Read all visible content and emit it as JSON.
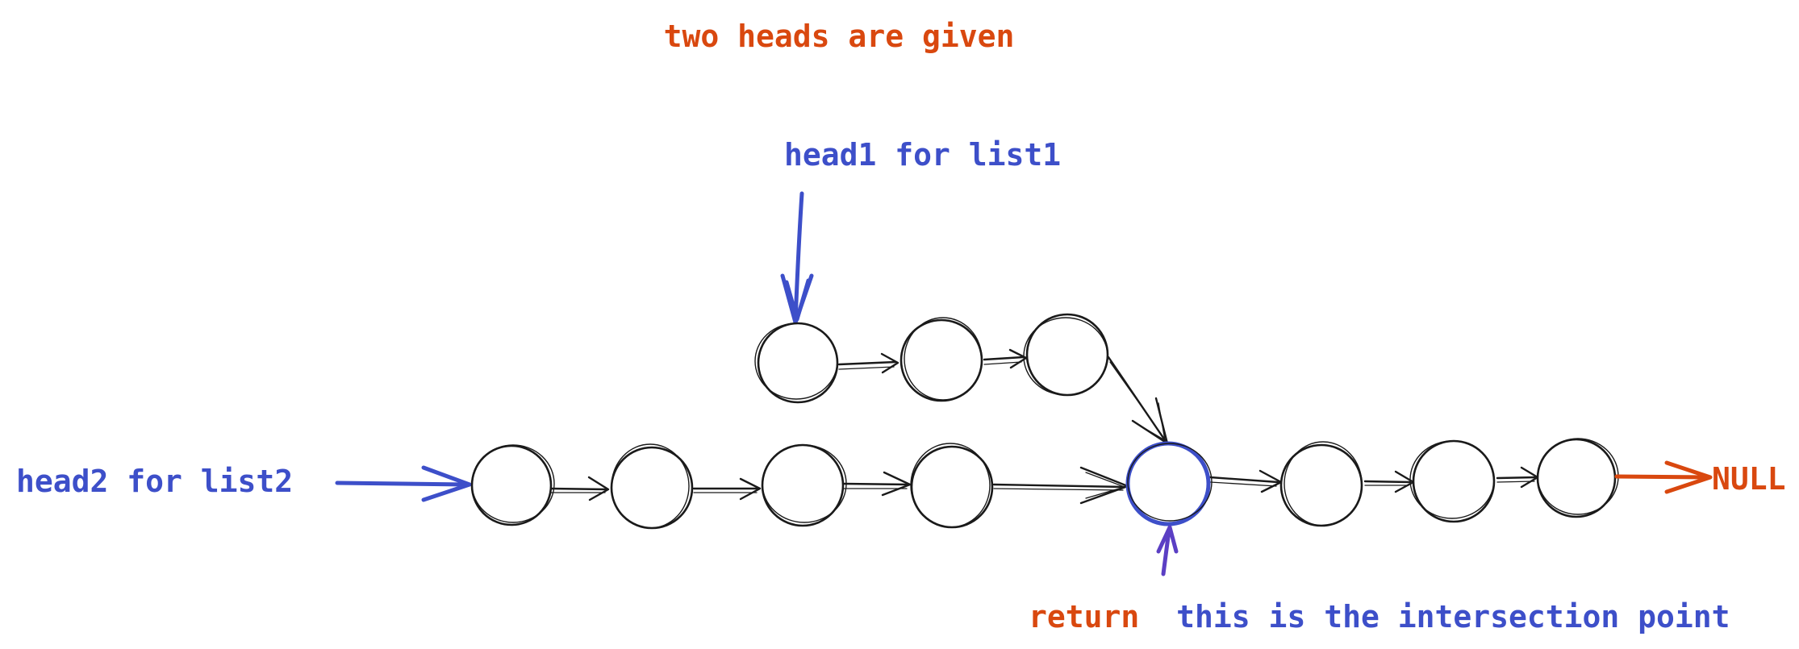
{
  "title": "two heads are given",
  "labels": {
    "head1": "head1 for list1",
    "head2": "head2 for list2",
    "null": "NULL",
    "return_word": "return",
    "intersection": "this is the intersection point"
  },
  "colors": {
    "orange": "#d9480f",
    "blue": "#3d4fc9",
    "purple": "#5b3fc4",
    "ink": "#1a1a1a"
  },
  "lists": {
    "list1_nodes": 3,
    "list2_nodes": 4,
    "shared_nodes": 4
  }
}
